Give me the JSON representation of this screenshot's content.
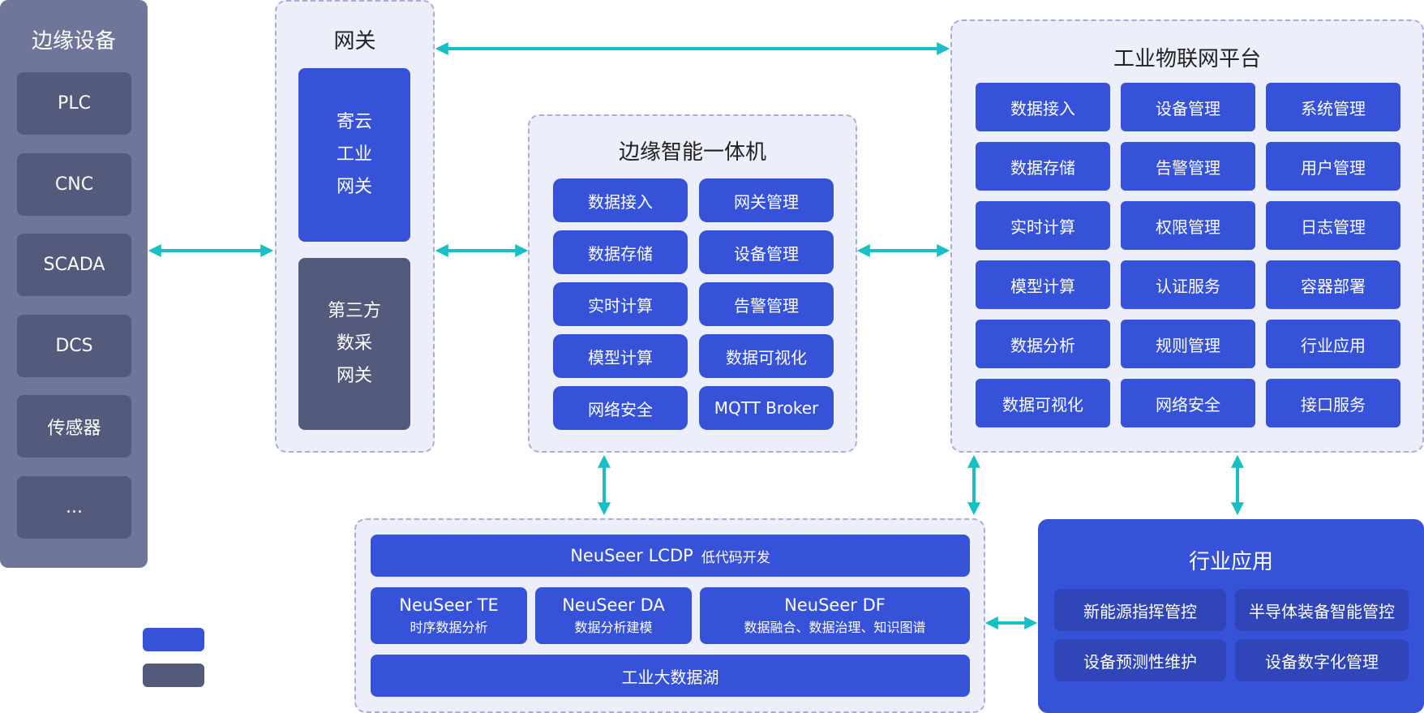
{
  "colors": {
    "blue": "#3652d9",
    "dark": "#535a7b",
    "panel": "#eceef9",
    "arrow": "#18bfc4",
    "edge_panel": "#6f7699",
    "app_item": "#2f45b8"
  },
  "edge_devices": {
    "title": "边缘设备",
    "items": [
      "PLC",
      "CNC",
      "SCADA",
      "DCS",
      "传感器",
      "..."
    ]
  },
  "gateway": {
    "title": "网关",
    "jiyun": [
      "寄云",
      "工业",
      "网关"
    ],
    "third_party": [
      "第三方",
      "数采",
      "网关"
    ]
  },
  "edge_machine": {
    "title": "边缘智能一体机",
    "items": [
      "数据接入",
      "网关管理",
      "数据存储",
      "设备管理",
      "实时计算",
      "告警管理",
      "模型计算",
      "数据可视化",
      "网络安全",
      "MQTT Broker"
    ]
  },
  "iot_platform": {
    "title": "工业物联网平台",
    "items": [
      "数据接入",
      "设备管理",
      "系统管理",
      "数据存储",
      "告警管理",
      "用户管理",
      "实时计算",
      "权限管理",
      "日志管理",
      "模型计算",
      "认证服务",
      "容器部署",
      "数据分析",
      "规则管理",
      "行业应用",
      "数据可视化",
      "网络安全",
      "接口服务"
    ]
  },
  "neuseer": {
    "lcdp_name": "NeuSeer LCDP",
    "lcdp_desc": "低代码开发",
    "te_name": "NeuSeer TE",
    "te_desc": "时序数据分析",
    "da_name": "NeuSeer DA",
    "da_desc": "数据分析建模",
    "df_name": "NeuSeer DF",
    "df_desc": "数据融合、数据治理、知识图谱",
    "lake": "工业大数据湖"
  },
  "industry_app": {
    "title": "行业应用",
    "items": [
      "新能源指挥管控",
      "半导体装备智能管控",
      "设备预测性维护",
      "设备数字化管理"
    ]
  }
}
